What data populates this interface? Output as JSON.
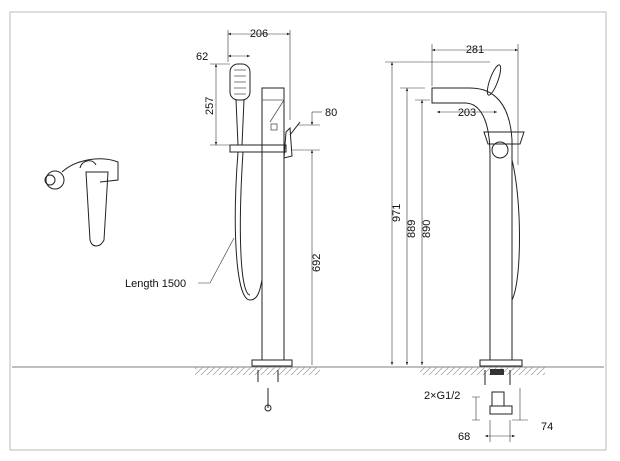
{
  "dimensions": {
    "side_width": "206",
    "head_width": "62",
    "head_height": "257",
    "lever_height": "80",
    "bar_height": "692",
    "hose_length": "Length 1500",
    "front_width": "281",
    "total_height": "971",
    "spout_height_a": "889",
    "spout_height_b": "890",
    "spout_reach": "203",
    "connection": "2×G1/2",
    "connection_spacing": "68",
    "connection_depth": "74"
  }
}
